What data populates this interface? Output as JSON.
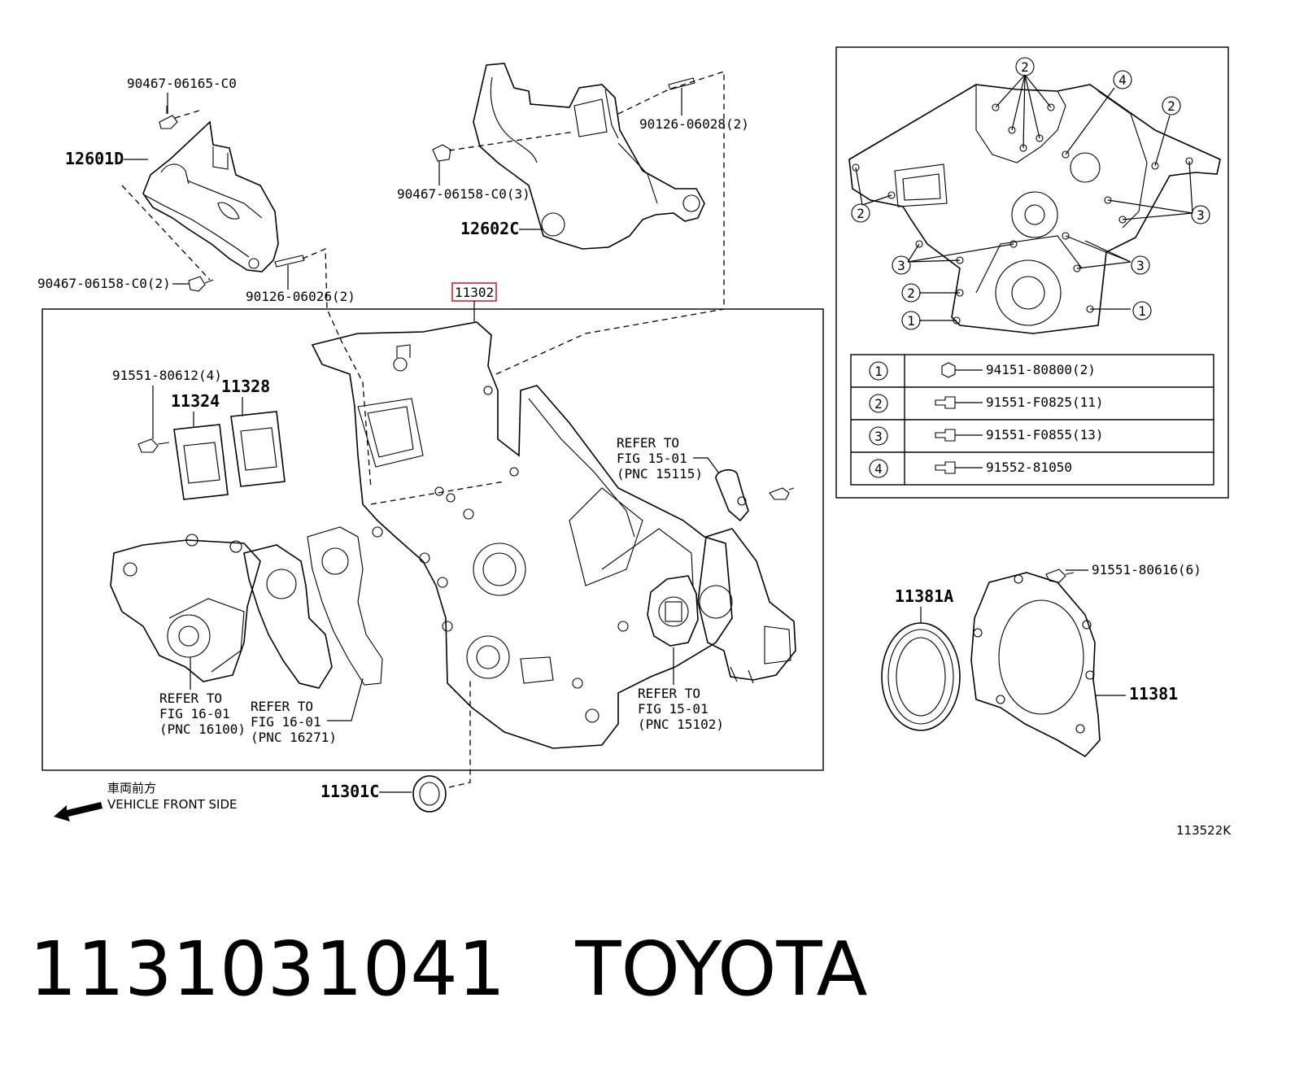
{
  "callouts": {
    "c_90467_06165": "90467-06165-C0",
    "c_12601D": "12601D",
    "c_90467_06158_2": "90467-06158-C0(2)",
    "c_90126_06026": "90126-06026(2)",
    "c_90126_06028": "90126-06028(2)",
    "c_90467_06158_3": "90467-06158-C0(3)",
    "c_12602C": "12602C",
    "c_11302": "11302",
    "c_91551_80612": "91551-80612(4)",
    "c_11324": "11324",
    "c_11328": "11328",
    "c_11381A": "11381A",
    "c_11381": "11381",
    "c_91551_80616": "91551-80616(6)",
    "c_11301C": "11301C"
  },
  "refer_notes": {
    "r1": [
      "REFER TO",
      "FIG 15-01",
      "(PNC 15115)"
    ],
    "r2": [
      "REFER TO",
      "FIG 16-01",
      "(PNC 16100)"
    ],
    "r3": [
      "REFER TO",
      "FIG 16-01",
      "(PNC 16271)"
    ],
    "r4": [
      "REFER TO",
      "FIG 15-01",
      "(PNC 15102)"
    ]
  },
  "bolt_table": [
    {
      "index": "1",
      "part": "94151-80800(2)"
    },
    {
      "index": "2",
      "part": "91551-F0825(11)"
    },
    {
      "index": "3",
      "part": "91551-F0855(13)"
    },
    {
      "index": "4",
      "part": "91552-81050"
    }
  ],
  "inset_markers": [
    "2",
    "4",
    "2",
    "2",
    "3",
    "3",
    "3",
    "2",
    "1",
    "1"
  ],
  "vehicle_front": {
    "jp": "車両前方",
    "en": "VEHICLE FRONT SIDE"
  },
  "figure_code": "113522K",
  "footer": {
    "part_number": "1131031041",
    "brand": "TOYOTA"
  },
  "colors": {
    "line": "#000000",
    "highlight": "#e0202a",
    "background": "#ffffff"
  }
}
